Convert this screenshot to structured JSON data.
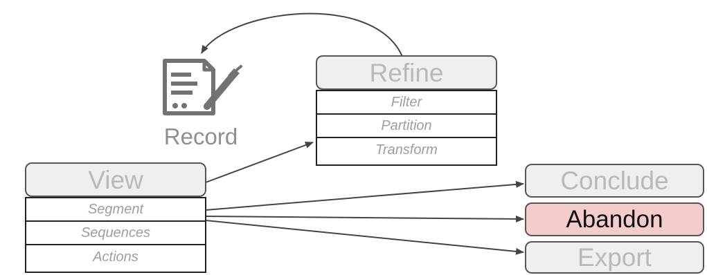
{
  "record": {
    "icon": "form-signature-icon",
    "label": "Record"
  },
  "refine": {
    "title": "Refine",
    "items": [
      "Filter",
      "Partition",
      "Transform"
    ]
  },
  "view": {
    "title": "View",
    "items": [
      "Segment",
      "Sequences",
      "Actions"
    ]
  },
  "outcomes": {
    "conclude": "Conclude",
    "abandon": "Abandon",
    "export": "Export"
  },
  "colors": {
    "box_fill": "#efefef",
    "box_text": "#b9b9b9",
    "highlight_fill": "#f4cccc",
    "highlight_text": "#111111",
    "edge": "#444444"
  }
}
